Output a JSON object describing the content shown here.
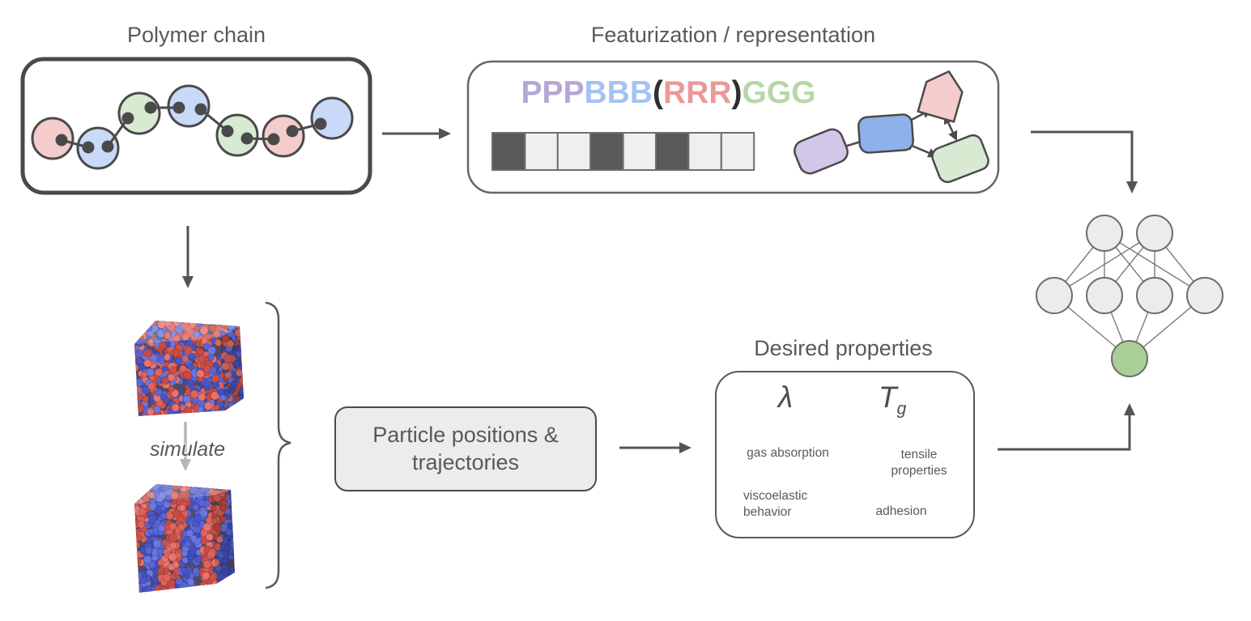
{
  "labels": {
    "polymer_chain": "Polymer chain",
    "featurization": "Featurization / representation",
    "simulate": "simulate",
    "process_box": "Particle positions & trajectories",
    "desired_properties": "Desired properties"
  },
  "polymer": {
    "bead_sequence": [
      "R",
      "B",
      "G",
      "B",
      "G",
      "R",
      "B"
    ]
  },
  "featurization": {
    "sequence_segments": [
      {
        "text": "PPP",
        "color": "#b4a7d6"
      },
      {
        "text": "BBB",
        "color": "#a4c2f4"
      },
      {
        "text": "(",
        "color": "#2e2e2e"
      },
      {
        "text": "RRR",
        "color": "#ea9999"
      },
      {
        "text": ")",
        "color": "#2e2e2e"
      },
      {
        "text": "GGG",
        "color": "#b6d7a8"
      }
    ],
    "bitstring": [
      1,
      0,
      0,
      1,
      0,
      1,
      0,
      0
    ]
  },
  "properties": {
    "lambda_symbol": "λ",
    "tg_symbol": "T",
    "tg_subscript": "g",
    "gas": "gas absorption",
    "tensile": "tensile properties",
    "viscoelastic": "viscoelastic behavior",
    "adhesion": "adhesion"
  },
  "neural_network": {
    "layers": [
      2,
      4,
      1
    ]
  },
  "colors": {
    "text": "#595959",
    "outline": "#4a4a4a",
    "arrow": "#545454",
    "light_arrow": "#b5b5b5",
    "bead_red": "#f4cccc",
    "bead_blue": "#c9daf8",
    "bead_green": "#d9ead3",
    "bit_dark": "#595959",
    "bit_light": "#efefef",
    "graph_purple": "#d2c7e8",
    "graph_blue": "#8fb1ea",
    "graph_pink": "#f4cccc",
    "graph_green": "#d9ead3",
    "nn_node": "#ececec",
    "nn_output": "#a9cf97",
    "particle_red": "#dd5a50",
    "particle_blue": "#5564d4",
    "process_box_fill": "#ececec"
  }
}
